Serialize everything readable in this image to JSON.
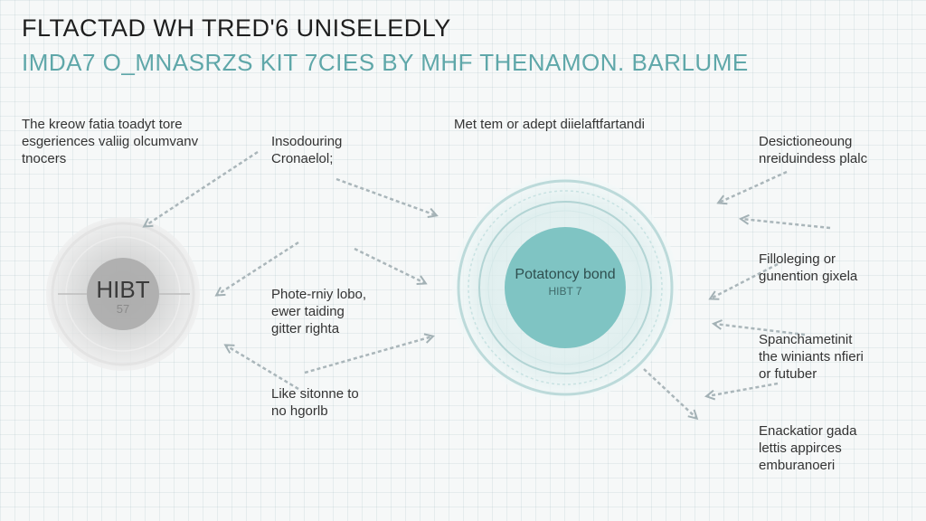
{
  "title": "FLTACTAD WH TRED'6 UNISELEDLY",
  "subtitle": "IMDA7 O_MNASRZS KIT 7CIES BY MHF THENAMON. BARLUME",
  "left_node": {
    "label": "HIBT",
    "sublabel": "57"
  },
  "center_node": {
    "label": "Potatoncy bond",
    "sublabel": "HIBT 7"
  },
  "top_center_text": "Met tem or adept diielaftfartandi",
  "left_text": [
    "The kreow fatia toadyt tore",
    "esgeriences valiig olcumvanv",
    "tnocers"
  ],
  "mid_texts": [
    [
      "Insodouring",
      "Cronaelol;"
    ],
    [
      "Phote-rniy lobo,",
      "ewer taiding",
      "gitter righta"
    ],
    [
      "Like sitonne to",
      "no hgorlb"
    ]
  ],
  "right_texts": [
    [
      "Desictioneoung",
      "nreiduindess plalc"
    ],
    [
      "Filloleging or",
      "gunention gixela"
    ],
    [
      "Spanchametinit",
      "the winiants nfieri",
      "or futuber"
    ],
    [
      "Enackatior gada",
      "lettis appirces",
      "emburanoeri"
    ]
  ],
  "colors": {
    "accent": "#5fa7a9",
    "node_center": "#7fc4c3",
    "node_left": "#a9a9a9",
    "arrow": "#aab6ba"
  }
}
